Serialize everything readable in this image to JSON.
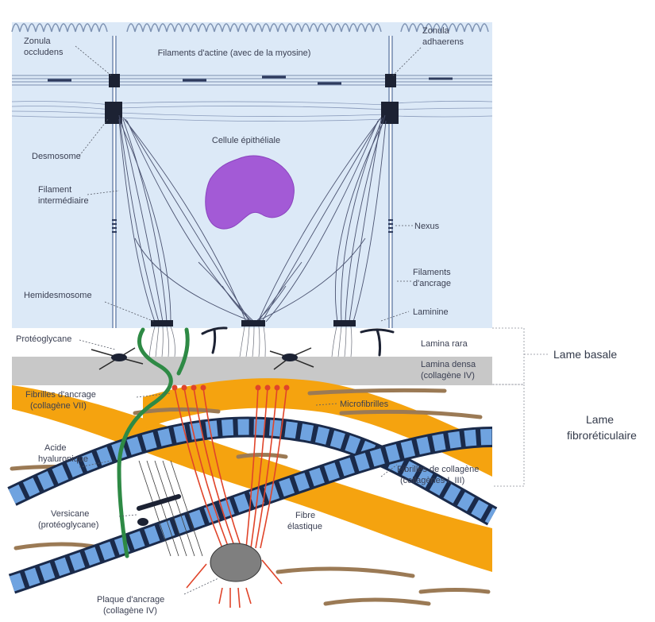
{
  "labels": {
    "zonula_occludens": [
      "Zonula",
      "occludens"
    ],
    "actin_filaments": "Filaments d'actine (avec de la myosine)",
    "zonula_adhaerens": [
      "Zonula",
      "adhaerens"
    ],
    "desmosome": "Desmosome",
    "epithelial_cell": "Cellule épithéliale",
    "intermediate_filament": [
      "Filament",
      "intermédiaire"
    ],
    "nexus": "Nexus",
    "anchoring_filaments": [
      "Filaments",
      "d'ancrage"
    ],
    "hemidesmosome": "Hemidesmosome",
    "laminin": "Laminine",
    "proteoglycane": "Protéoglycane",
    "lamina_rara": "Lamina rara",
    "lamina_densa": [
      "Lamina densa",
      "(collagène IV)"
    ],
    "anchoring_fibrils": [
      "Fibrilles d'ancrage",
      "(collagène VII)"
    ],
    "microfibrils": "Microfibrilles",
    "hyaluronic_acid": [
      "Acide",
      "hyaluronique"
    ],
    "collagen_fibrils": [
      "Fibrilles de collagène",
      "(collagènes I, III)"
    ],
    "versicane": [
      "Versicane",
      "(protéoglycane)"
    ],
    "elastic_fiber": [
      "Fibre",
      "élastique"
    ],
    "anchoring_plaque": [
      "Plaque d'ancrage",
      "(collagène IV)"
    ],
    "basal_lamina": "Lame basale",
    "fibroreticular_lamina": [
      "Lame",
      "fibroréticulaire"
    ]
  },
  "colors": {
    "cell_bg": "#dce9f7",
    "nucleus": "#a35ad6",
    "membrane": "#8fa3c2",
    "junction": "#1c2233",
    "lamina_densa": "#c8c8c8",
    "collagen_blue": "#6fa3e0",
    "collagen_dark": "#1a2a4a",
    "elastic_orange": "#f5a30f",
    "anchoring_red": "#e0442a",
    "proteoglycan_green": "#2e8a45",
    "microfibril_brown": "#9b7a55"
  }
}
